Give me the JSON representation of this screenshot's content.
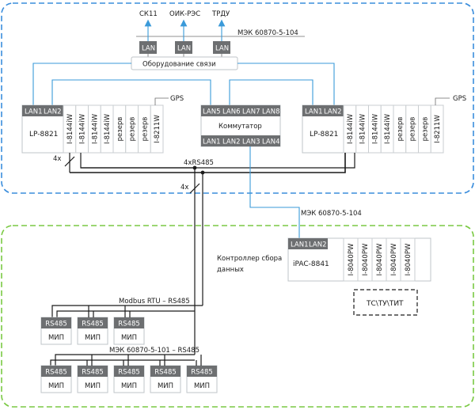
{
  "top_links": {
    "sk11": "СК11",
    "oik": "ОИК-РЭС",
    "trdu": "ТРДУ",
    "lan": "LAN",
    "protocol_top": "МЭК 60870-5-104"
  },
  "comm_equipment": {
    "label": "Оборудование связи"
  },
  "plc_left": {
    "lan1": "LAN1",
    "lan2": "LAN2",
    "name": "LP-8821",
    "gps": "GPS",
    "modules": [
      "I-8144iW",
      "I-8144iW",
      "I-8144iW",
      "I-8144iW",
      "резерв",
      "резерв",
      "резерв",
      "I-8211W"
    ]
  },
  "plc_right": {
    "lan1": "LAN1",
    "lan2": "LAN2",
    "name": "LP-8821",
    "gps": "GPS",
    "modules": [
      "I-8144iW",
      "I-8144iW",
      "I-8144iW",
      "I-8144iW",
      "резерв",
      "резерв",
      "резерв",
      "I-8211W"
    ]
  },
  "switch": {
    "top_ports": [
      "LAN5",
      "LAN6",
      "LAN7",
      "LAN8"
    ],
    "name": "Коммутатор",
    "bottom_ports": [
      "LAN1",
      "LAN2",
      "LAN3",
      "LAN4"
    ]
  },
  "bus": {
    "four_x_left": "4x",
    "rs485_bus": "4xRS485",
    "four_x_down": "4x"
  },
  "protocol_mid": "МЭК 60870-5-104",
  "collector_label": "Контроллер сбора\nданных",
  "ipac": {
    "lan1": "LAN1",
    "lan2": "LAN2",
    "name": "iPAC-8841",
    "modules": [
      "I-8040PW",
      "I-8040PW",
      "I-8040PW",
      "I-8040PW",
      "I-8040PW"
    ]
  },
  "tc_box": "ТС\\ТУ\\ТИТ",
  "modbus_label": "Modbus RTU – RS485",
  "iec101_label": "МЭК 60870-5-101 – RS485",
  "mip_row1": [
    {
      "port": "RS485",
      "name": "МИП"
    },
    {
      "port": "RS485",
      "name": "МИП"
    },
    {
      "port": "RS485",
      "name": "МИП"
    }
  ],
  "mip_row2": [
    {
      "port": "RS485",
      "name": "МИП"
    },
    {
      "port": "RS485",
      "name": "МИП"
    },
    {
      "port": "RS485",
      "name": "МИП"
    },
    {
      "port": "RS485",
      "name": "МИП"
    },
    {
      "port": "RS485",
      "name": "МИП"
    }
  ],
  "colors": {
    "top_zone_border": "#3a8ddc",
    "bottom_zone_border": "#7ac943",
    "link_blue": "#3a9ad9",
    "header_gray": "#6d6f71"
  }
}
